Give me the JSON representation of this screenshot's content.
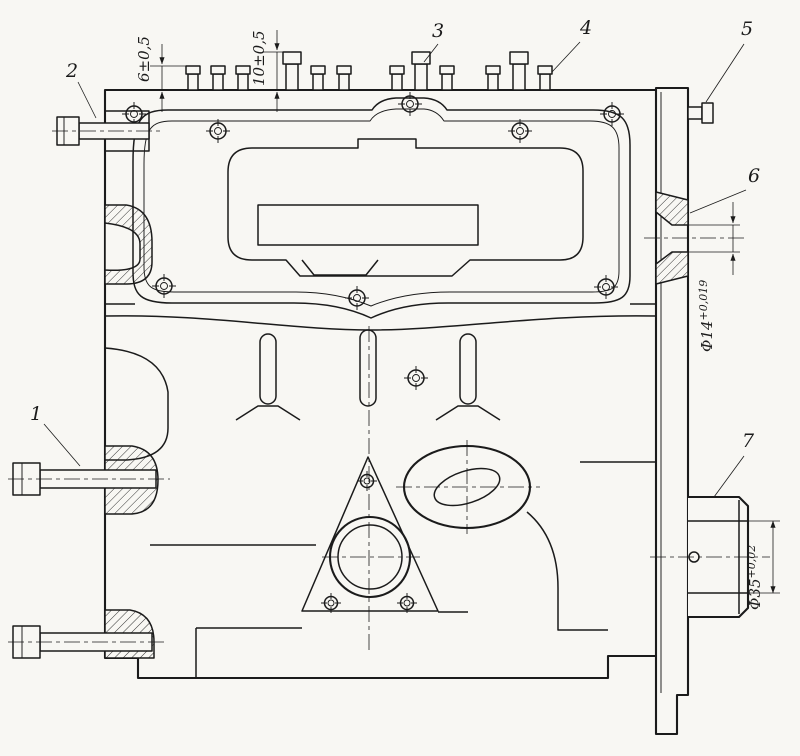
{
  "drawing": {
    "paper_color": "#f8f7f3",
    "ink_color": "#1b1b1b",
    "callouts": [
      {
        "label": "1"
      },
      {
        "label": "2"
      },
      {
        "label": "3"
      },
      {
        "label": "4"
      },
      {
        "label": "5"
      },
      {
        "label": "6"
      },
      {
        "label": "7"
      }
    ],
    "dimensions": {
      "stud_height_left": "6±0,5",
      "stud_height_center": "10±0,5",
      "dowel_hole": {
        "base": "Ф14",
        "tolerance": "+0,019"
      },
      "boss_bore": {
        "base": "Ф35",
        "tolerance": "+0,02"
      }
    }
  }
}
